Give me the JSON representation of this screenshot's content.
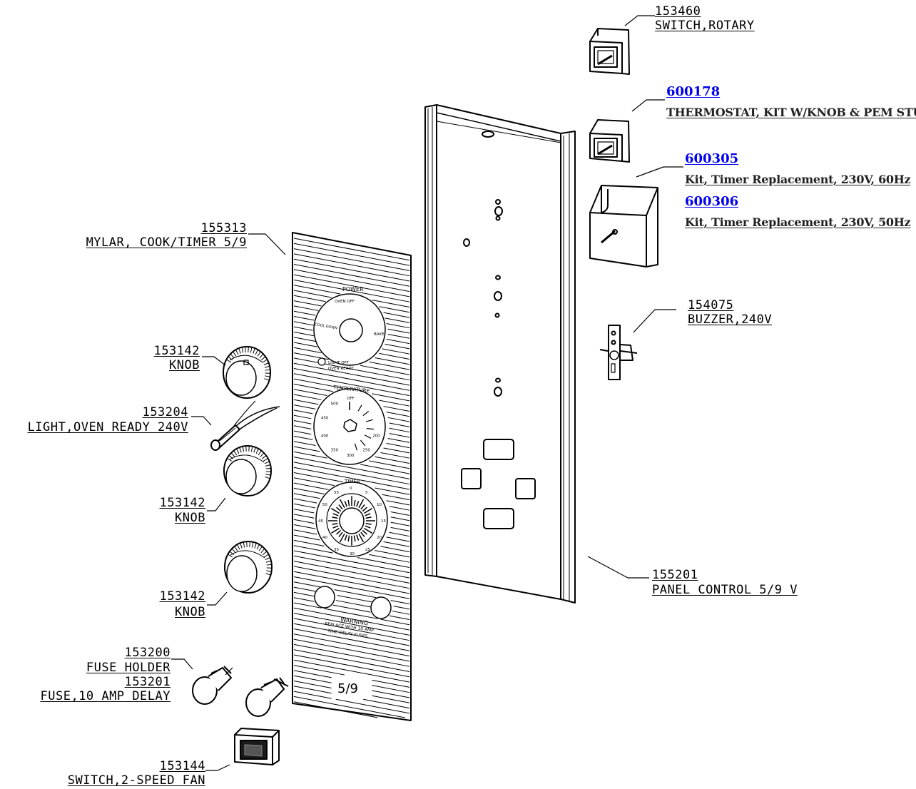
{
  "parts": {
    "switch_rotary": {
      "num": "153460",
      "desc": "SWITCH,ROTARY"
    },
    "thermostat": {
      "num": "600178",
      "desc": "THERMOSTAT, KIT W/KNOB & PEM STUD"
    },
    "timer_60": {
      "num": "600305",
      "desc": "Kit, Timer Replacement, 230V, 60Hz"
    },
    "timer_50": {
      "num": "600306",
      "desc": "Kit, Timer Replacement, 230V, 50Hz"
    },
    "buzzer": {
      "num": "154075",
      "desc": "BUZZER,240V"
    },
    "mylar": {
      "num": "155313",
      "desc": "MYLAR, COOK/TIMER 5/9"
    },
    "knob1": {
      "num": "153142",
      "desc": "KNOB"
    },
    "light": {
      "num": "153204",
      "desc": "LIGHT,OVEN READY 240V"
    },
    "knob2": {
      "num": "153142",
      "desc": "KNOB"
    },
    "knob3": {
      "num": "153142",
      "desc": "KNOB"
    },
    "panel": {
      "num": "155201",
      "desc": "PANEL CONTROL 5/9 V"
    },
    "fuse_holder": {
      "num": "153200",
      "desc": "FUSE HOLDER"
    },
    "fuse": {
      "num": "153201",
      "desc": "FUSE,10 AMP DELAY"
    },
    "fan_switch": {
      "num": "153144",
      "desc": "SWITCH,2-SPEED FAN"
    }
  },
  "mylar_text": {
    "power": "POWER",
    "oven_off": "OVEN OFF",
    "cool": "COOL DOWN",
    "bake": "BAKE",
    "light_off": "LIGHT OFF",
    "oven_ready": "OVEN READY",
    "temperature": "TEMPERATURE",
    "timer": "TIMER",
    "warning": "WARNING",
    "warning_line1": "REPLACE WITH 10 AMP",
    "warning_line2": "TIME DELAY FUSES",
    "model": "5/9"
  },
  "temp_labels": [
    "OFF",
    "500",
    "450",
    "400",
    "350",
    "300",
    "250",
    "200"
  ],
  "timer_labels": [
    "0",
    "5",
    "10",
    "15",
    "20",
    "25",
    "30",
    "35",
    "40",
    "45",
    "50",
    "55"
  ]
}
